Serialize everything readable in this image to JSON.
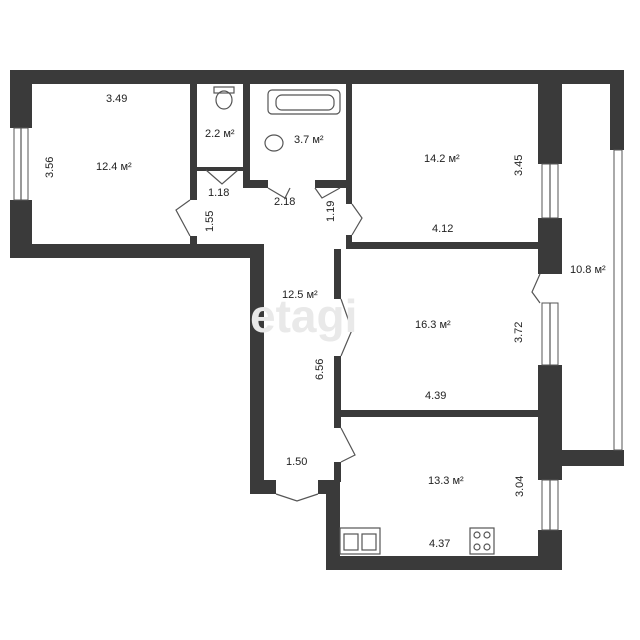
{
  "watermark": "etagi",
  "rooms": [
    {
      "id": "room-left",
      "area": "12.4 м²"
    },
    {
      "id": "toilet",
      "area": "2.2 м²"
    },
    {
      "id": "bathroom",
      "area": "3.7 м²"
    },
    {
      "id": "room-top-right",
      "area": "14.2 м²"
    },
    {
      "id": "balcony",
      "area": "10.8 м²"
    },
    {
      "id": "hallway",
      "area": "12.5 м²"
    },
    {
      "id": "room-middle",
      "area": "16.3 м²"
    },
    {
      "id": "kitchen",
      "area": "13.3 м²"
    }
  ],
  "dimensions": {
    "left_room_width": "3.49",
    "left_room_height": "3.56",
    "toilet_width": "1.18",
    "hall_door_left": "1.55",
    "bath_width": "2.18",
    "hall_door_right": "1.19",
    "top_right_height": "3.45",
    "top_right_width": "4.12",
    "middle_height": "3.72",
    "middle_width": "4.39",
    "hallway_length": "6.56",
    "hall_bottom": "1.50",
    "kitchen_height": "3.04",
    "kitchen_width": "4.37"
  }
}
